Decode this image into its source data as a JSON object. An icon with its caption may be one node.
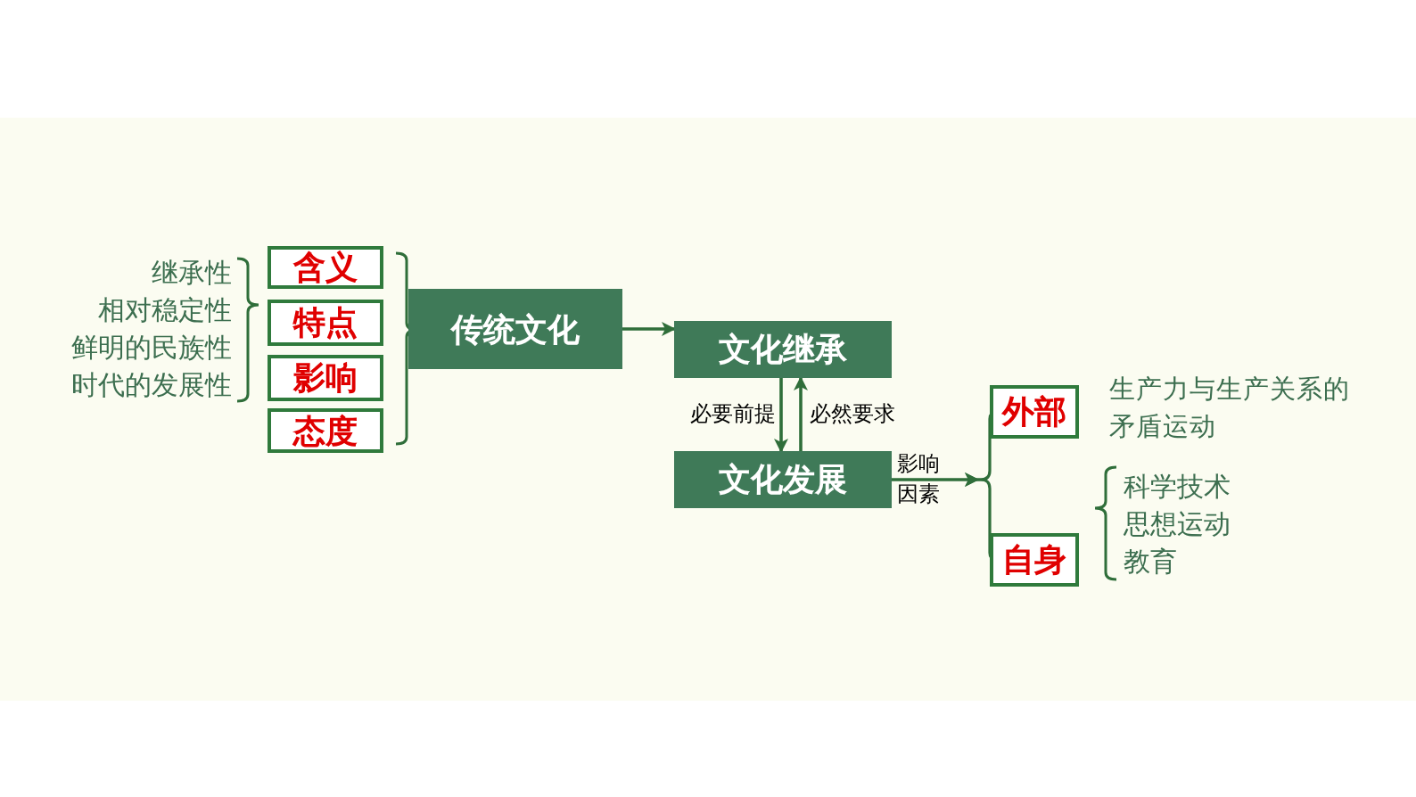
{
  "diagram": {
    "nodes": [
      {
        "text": [
          "含义"
        ]
      },
      {
        "text": [
          "特点"
        ]
      },
      {
        "text": [
          "影响"
        ]
      },
      {
        "text": [
          "态度"
        ]
      },
      {
        "text": [
          "传统文化"
        ]
      },
      {
        "text": [
          "文化继承"
        ]
      },
      {
        "text": [
          "文化发展"
        ]
      },
      {
        "text": [
          "外部"
        ],
        "beside": [
          "生产力与生产关系的矛盾运动"
        ]
      },
      {
        "text": [
          "自身"
        ],
        "beside": [
          "科学技术",
          "思想运动",
          "教育"
        ]
      }
    ],
    "edges": [
      {
        "from": 4,
        "to": 5,
        "arrow": "to"
      },
      {
        "from": 5,
        "to": 6,
        "arrow": "to",
        "label": "必要前提"
      },
      {
        "from": 6,
        "to": 5,
        "arrow": "to",
        "label": "必然要求"
      },
      {
        "from": 6,
        "to": 7,
        "arrow": "to",
        "label": "影响因素"
      },
      {
        "from": 6,
        "to": 8,
        "arrow": "to"
      }
    ],
    "labels": [
      "继承性",
      "相对稳定性",
      "鲜明的民族性",
      "时代的发展性"
    ]
  }
}
